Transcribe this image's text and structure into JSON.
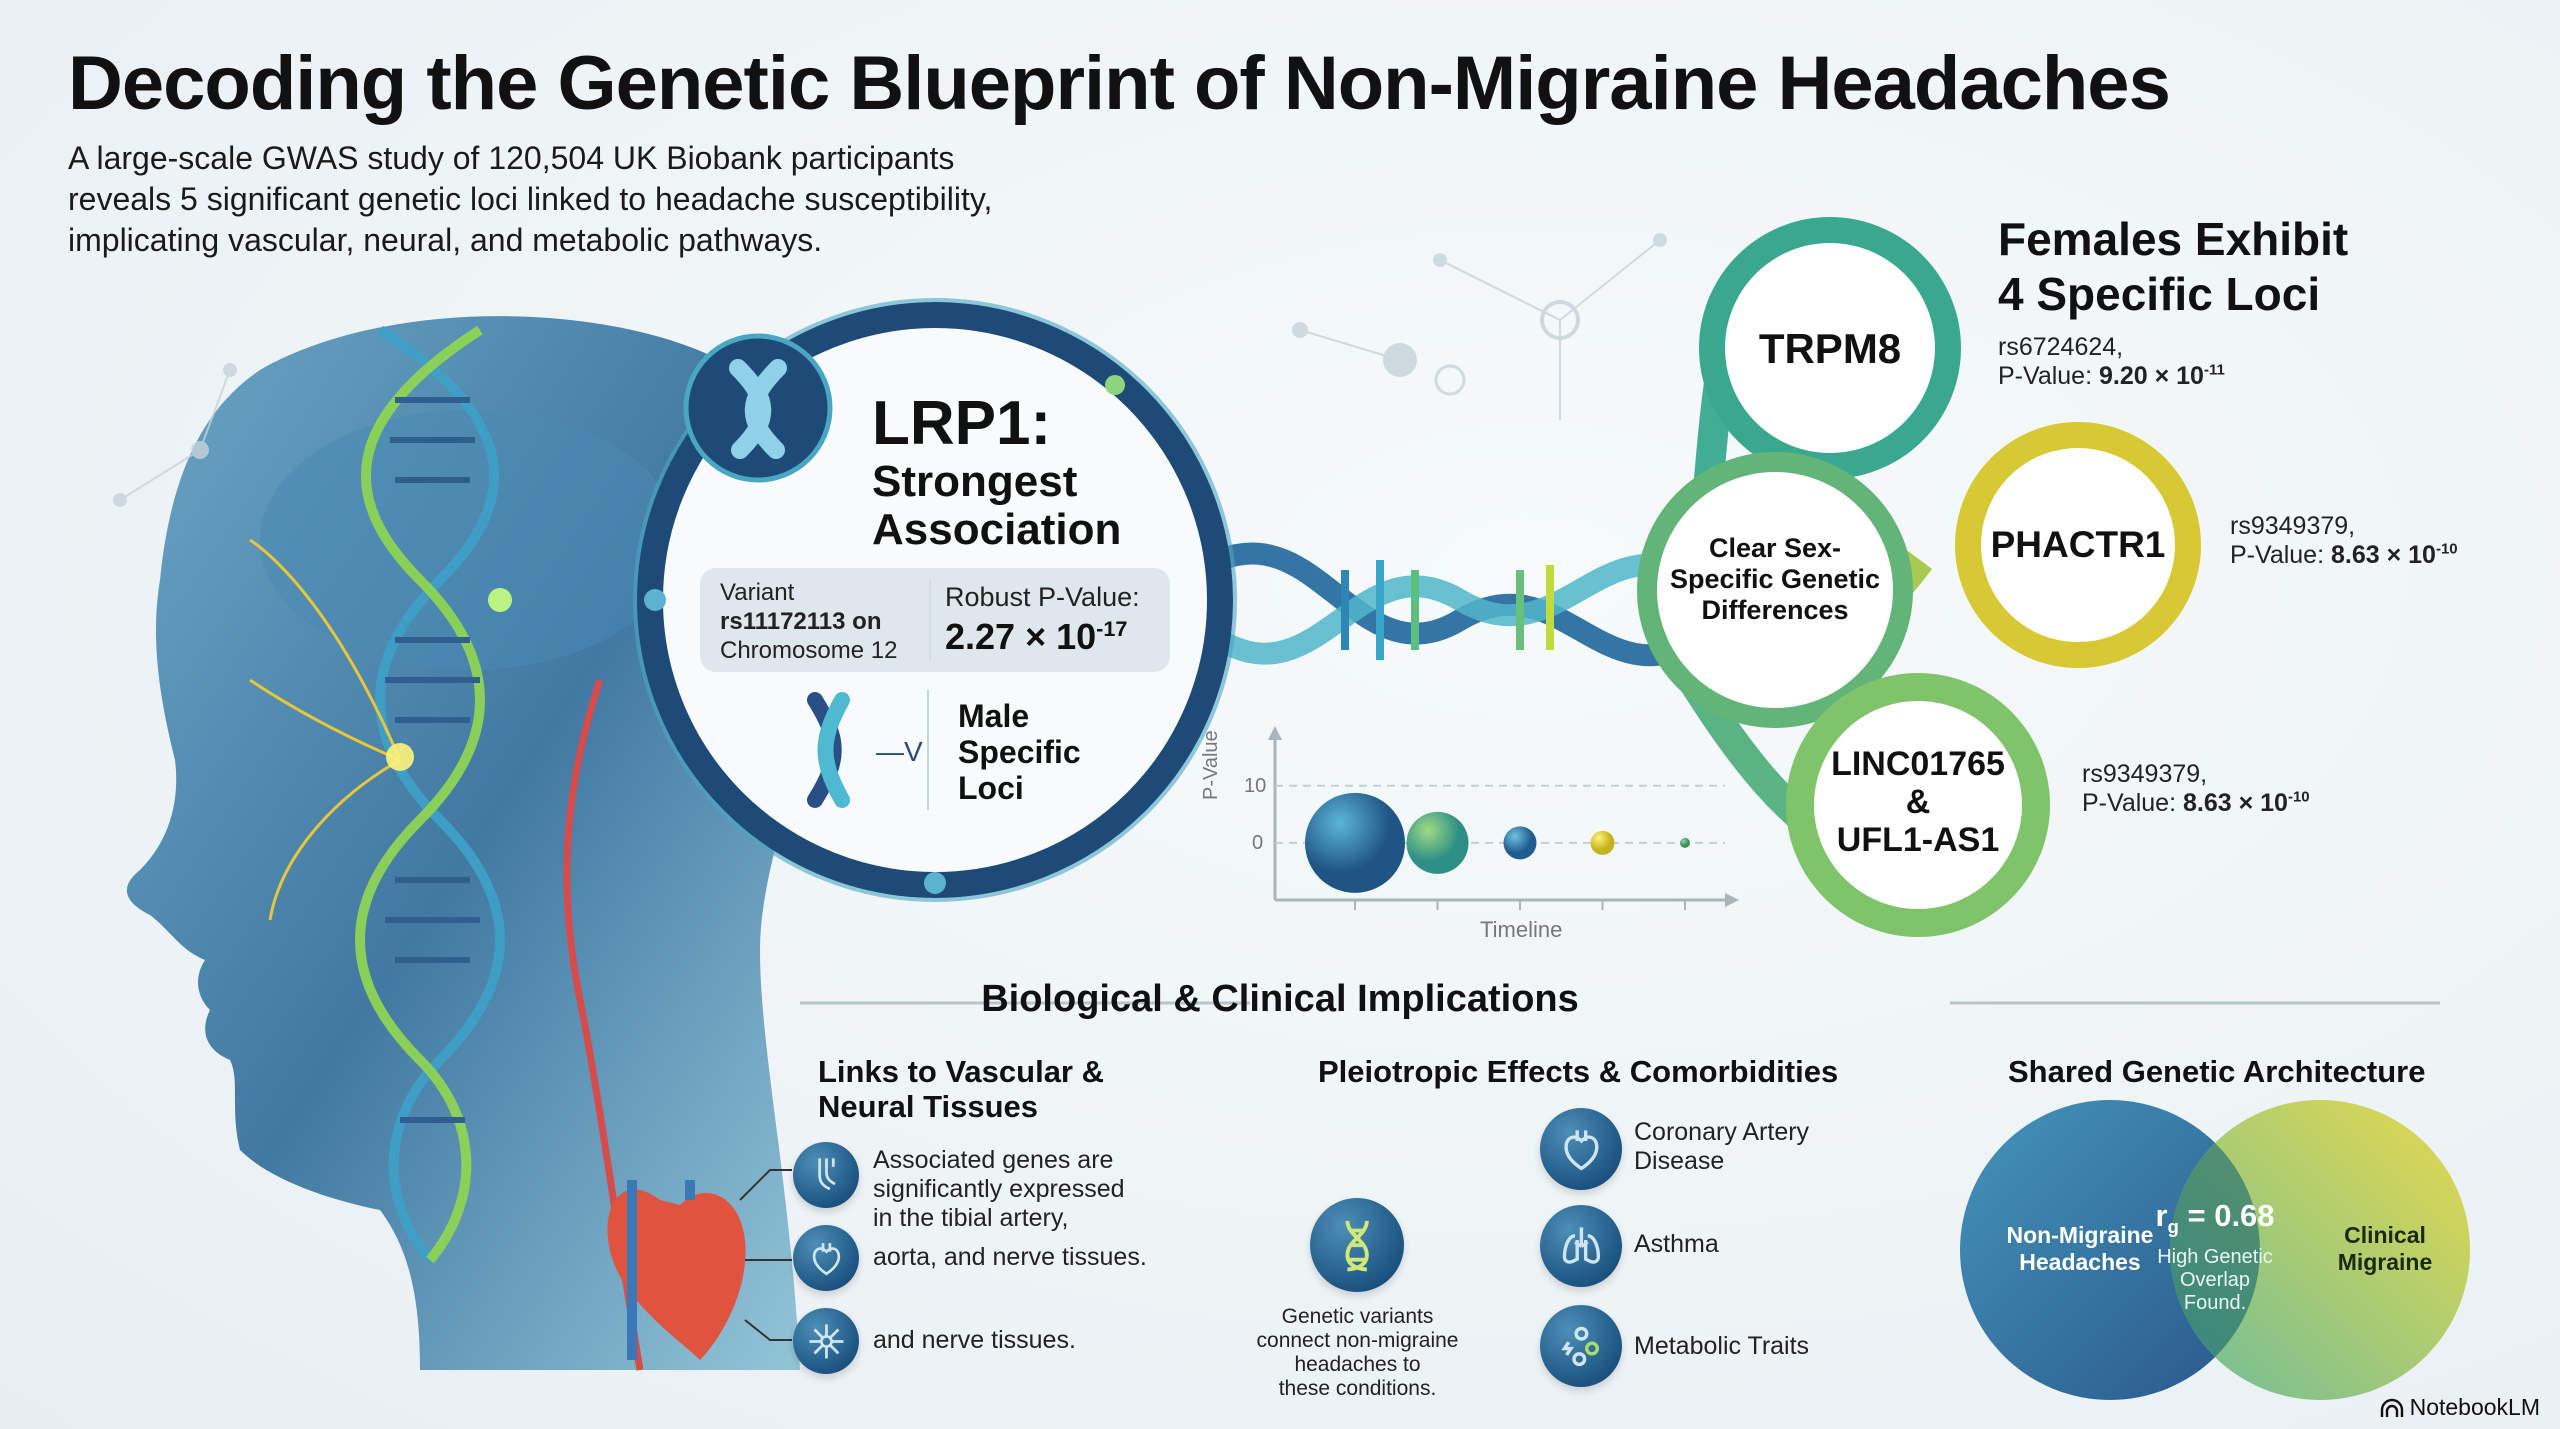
{
  "header": {
    "title": "Decoding the Genetic Blueprint of Non-Migraine Headaches",
    "subtitle_lines": [
      "A large-scale GWAS study of 120,504 UK Biobank participants",
      "reveals 5 significant genetic loci linked to headache susceptibility,",
      "implicating vascular, neural, and metabolic pathways."
    ]
  },
  "lrp1": {
    "title": "LRP1:",
    "subtitle_lines": [
      "Strongest",
      "Association"
    ],
    "variant_lines": [
      "Variant",
      "rs11172113 on",
      "Chromosome 12"
    ],
    "pvalue_label": "Robust P-Value:",
    "pvalue_mantissa": "2.27 × 10",
    "pvalue_exponent": "-17",
    "male_lines": [
      "Male",
      "Specific",
      "Loci"
    ],
    "chromosome_tag": "V",
    "icon": "chromosome-icon"
  },
  "females": {
    "title_lines": [
      "Females Exhibit",
      "4 Specific Loci"
    ],
    "center_node_lines": [
      "Clear Sex-",
      "Specific Genetic",
      "Differences"
    ],
    "loci": [
      {
        "gene_lines": [
          "TRPM8"
        ],
        "rsid": "rs6724624,",
        "pvalue_label": "P-Value:",
        "mantissa": "9.20 × 10",
        "exponent": "-11",
        "color": "#3aa88f"
      },
      {
        "gene_lines": [
          "PHACTR1"
        ],
        "rsid": "rs9349379,",
        "pvalue_label": "P-Value:",
        "mantissa": "8.63 × 10",
        "exponent": "-10",
        "color": "#d6c934"
      },
      {
        "gene_lines": [
          "LINC01765",
          "&",
          "UFL1-AS1"
        ],
        "rsid": "rs9349379,",
        "pvalue_label": "P-Value:",
        "mantissa": "8.63 × 10",
        "exponent": "-10",
        "color": "#7fc46a"
      }
    ]
  },
  "chart_data": {
    "type": "scatter",
    "title": "",
    "xlabel": "Timeline",
    "ylabel": "P-Value",
    "yticks": [
      0,
      10
    ],
    "ylim": [
      -10,
      18
    ],
    "x": [
      1,
      2,
      3,
      4,
      5
    ],
    "y": [
      0,
      0,
      0,
      0,
      0
    ],
    "relative_size": [
      1.0,
      0.62,
      0.33,
      0.24,
      0.1
    ],
    "colors": [
      "#2a6e98",
      "#4fa886",
      "#2d87b0",
      "#d8cf2e",
      "#4aa36e"
    ],
    "grid": true
  },
  "implications": {
    "title": "Biological & Clinical Implications",
    "vascular": {
      "heading_lines": [
        "Links to Vascular &",
        "Neural Tissues"
      ],
      "items": [
        {
          "icon": "blood-vessel-icon",
          "lines": [
            "Associated genes are",
            "significantly expressed",
            "in the tibial artery,"
          ]
        },
        {
          "icon": "heart-icon",
          "lines": [
            "aorta, and nerve tissues."
          ]
        },
        {
          "icon": "neuron-icon",
          "lines": [
            "and nerve tissues."
          ]
        }
      ]
    },
    "pleiotropic": {
      "heading": "Pleiotropic Effects & Comorbidities",
      "center_icon": "dna-icon",
      "center_caption_lines": [
        "Genetic variants",
        "connect non-migraine",
        "headaches to",
        "these conditions."
      ],
      "items": [
        {
          "icon": "heart-icon",
          "lines": [
            "Coronary Artery",
            "Disease"
          ]
        },
        {
          "icon": "lungs-icon",
          "lines": [
            "Asthma"
          ]
        },
        {
          "icon": "metabolism-icon",
          "lines": [
            "Metabolic Traits"
          ]
        }
      ]
    },
    "shared": {
      "heading": "Shared Genetic Architecture",
      "left_lines": [
        "Non-Migraine",
        "Headaches"
      ],
      "right_lines": [
        "Clinical",
        "Migraine"
      ],
      "rg_symbol": "r",
      "rg_subscript": "g",
      "rg_value": " = 0.68",
      "overlap_lines": [
        "High Genetic",
        "Overlap",
        "Found."
      ]
    }
  },
  "brand": {
    "name": "NotebookLM",
    "icon": "notebooklm-logo-icon"
  },
  "colors": {
    "navy": "#1d4f7a",
    "teal": "#3aa88f",
    "yellow": "#d6c934",
    "green": "#7fc46a"
  }
}
